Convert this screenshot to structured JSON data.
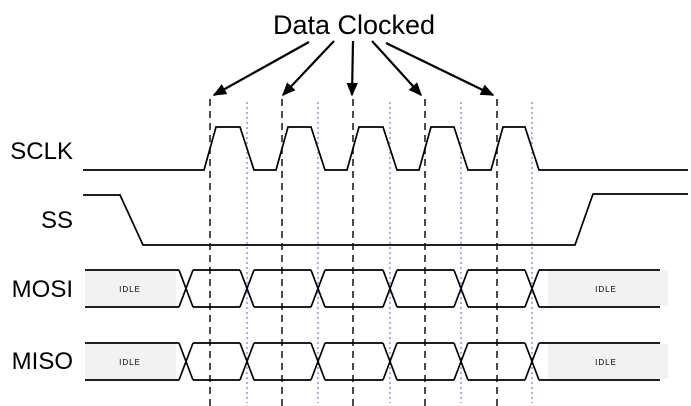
{
  "title": "Data Clocked",
  "signals": [
    {
      "name": "SCLK"
    },
    {
      "name": "SS"
    },
    {
      "name": "MOSI",
      "idle_left": "IDLE",
      "idle_right": "IDLE"
    },
    {
      "name": "MISO",
      "idle_left": "IDLE",
      "idle_right": "IDLE"
    }
  ],
  "clock": {
    "rising_edge_x": [
      210,
      282,
      353,
      425,
      497
    ],
    "falling_edge_x": [
      247,
      318,
      390,
      461,
      532
    ]
  },
  "colors": {
    "line": "#000000",
    "rising_guide": "#000000",
    "falling_guide": "#8a8ad6",
    "idle_fill": "#f2f2f2",
    "text": "#000000"
  }
}
